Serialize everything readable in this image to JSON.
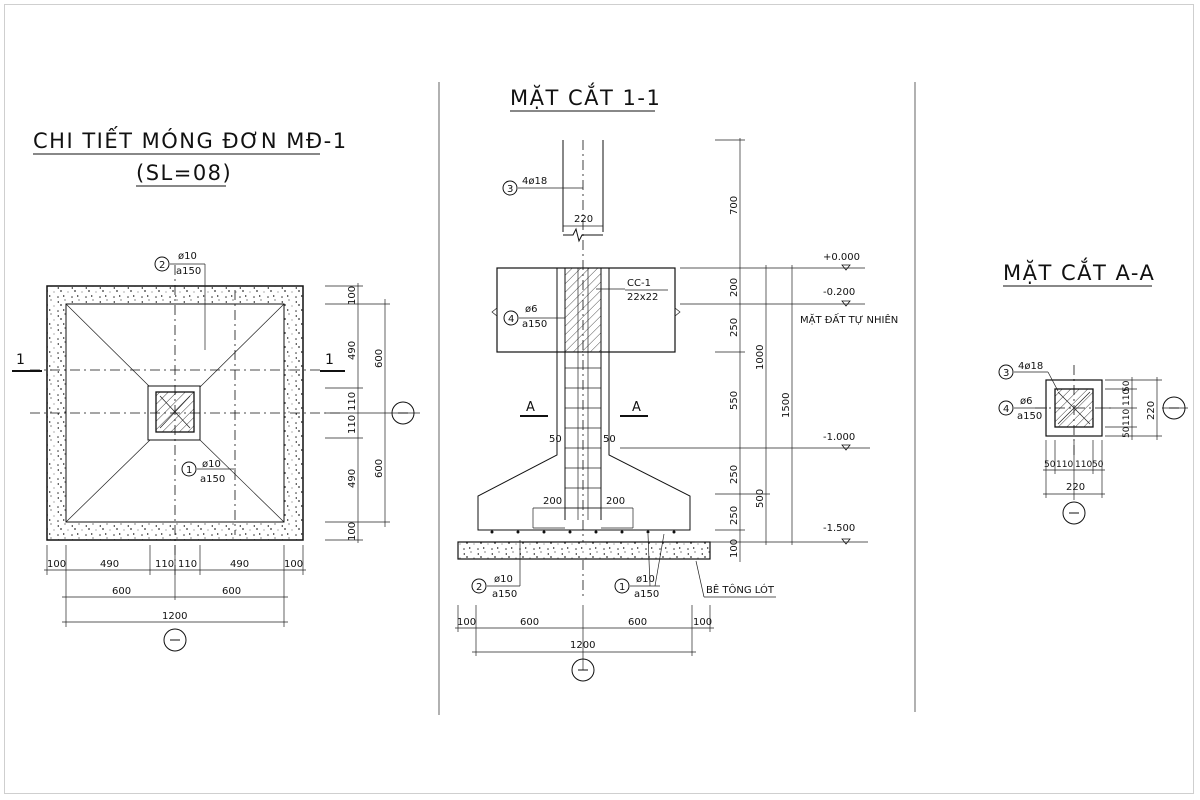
{
  "plan": {
    "title": "CHI TIẾT MÓNG ĐƠN MĐ-1",
    "subtitle": "(SL=08)",
    "section_mark": "1",
    "rebar_top": {
      "num": "2",
      "dia": "ø10",
      "spacing": "a150"
    },
    "rebar_bottom": {
      "num": "1",
      "dia": "ø10",
      "spacing": "a150"
    },
    "dims_bottom_1": [
      "100",
      "490",
      "110",
      "110",
      "490",
      "100"
    ],
    "dims_bottom_2": [
      "600",
      "600"
    ],
    "dims_bottom_total": "1200",
    "dims_right_1": [
      "100",
      "490",
      "110",
      "110",
      "490",
      "100"
    ],
    "dims_right_2": [
      "600",
      "600"
    ]
  },
  "section11": {
    "title": "MẶT CẮT 1-1",
    "col_bars": {
      "num": "3",
      "dia": "4ø18"
    },
    "col_width": "220",
    "stirrup": {
      "num": "4",
      "dia": "ø6",
      "spacing": "a150"
    },
    "beam_name": "CC-1",
    "beam_size": "22x22",
    "levels": [
      "+0.000",
      "-0.200",
      "-1.000",
      "-1.500"
    ],
    "ground_label": "MẶT ĐẤT TỰ NHIÊN",
    "cut_mark": "A",
    "offsets": [
      "50",
      "50"
    ],
    "haunch": [
      "200",
      "200"
    ],
    "rebar_left": {
      "num": "2",
      "dia": "ø10",
      "spacing": "a150"
    },
    "rebar_right": {
      "num": "1",
      "dia": "ø10",
      "spacing": "a150"
    },
    "lean_label": "BÊ TÔNG LÓT",
    "dims_right_1": [
      "700",
      "200",
      "250",
      "550",
      "250",
      "250",
      "100"
    ],
    "dims_right_2": [
      "1000",
      "500"
    ],
    "dims_right_total": "1500",
    "dims_bottom_1": [
      "100",
      "600",
      "600",
      "100"
    ],
    "dims_bottom_total": "1200"
  },
  "sectionAA": {
    "title": "MẶT CẮT A-A",
    "main_bars": {
      "num": "3",
      "dia": "4ø18"
    },
    "stirrup": {
      "num": "4",
      "dia": "ø6",
      "spacing": "a150"
    },
    "dims_right": [
      "50",
      "110",
      "110",
      "50"
    ],
    "dims_right_total": "220",
    "dims_bottom": [
      "50",
      "110",
      "110",
      "50"
    ],
    "dims_bottom_total": "220"
  }
}
